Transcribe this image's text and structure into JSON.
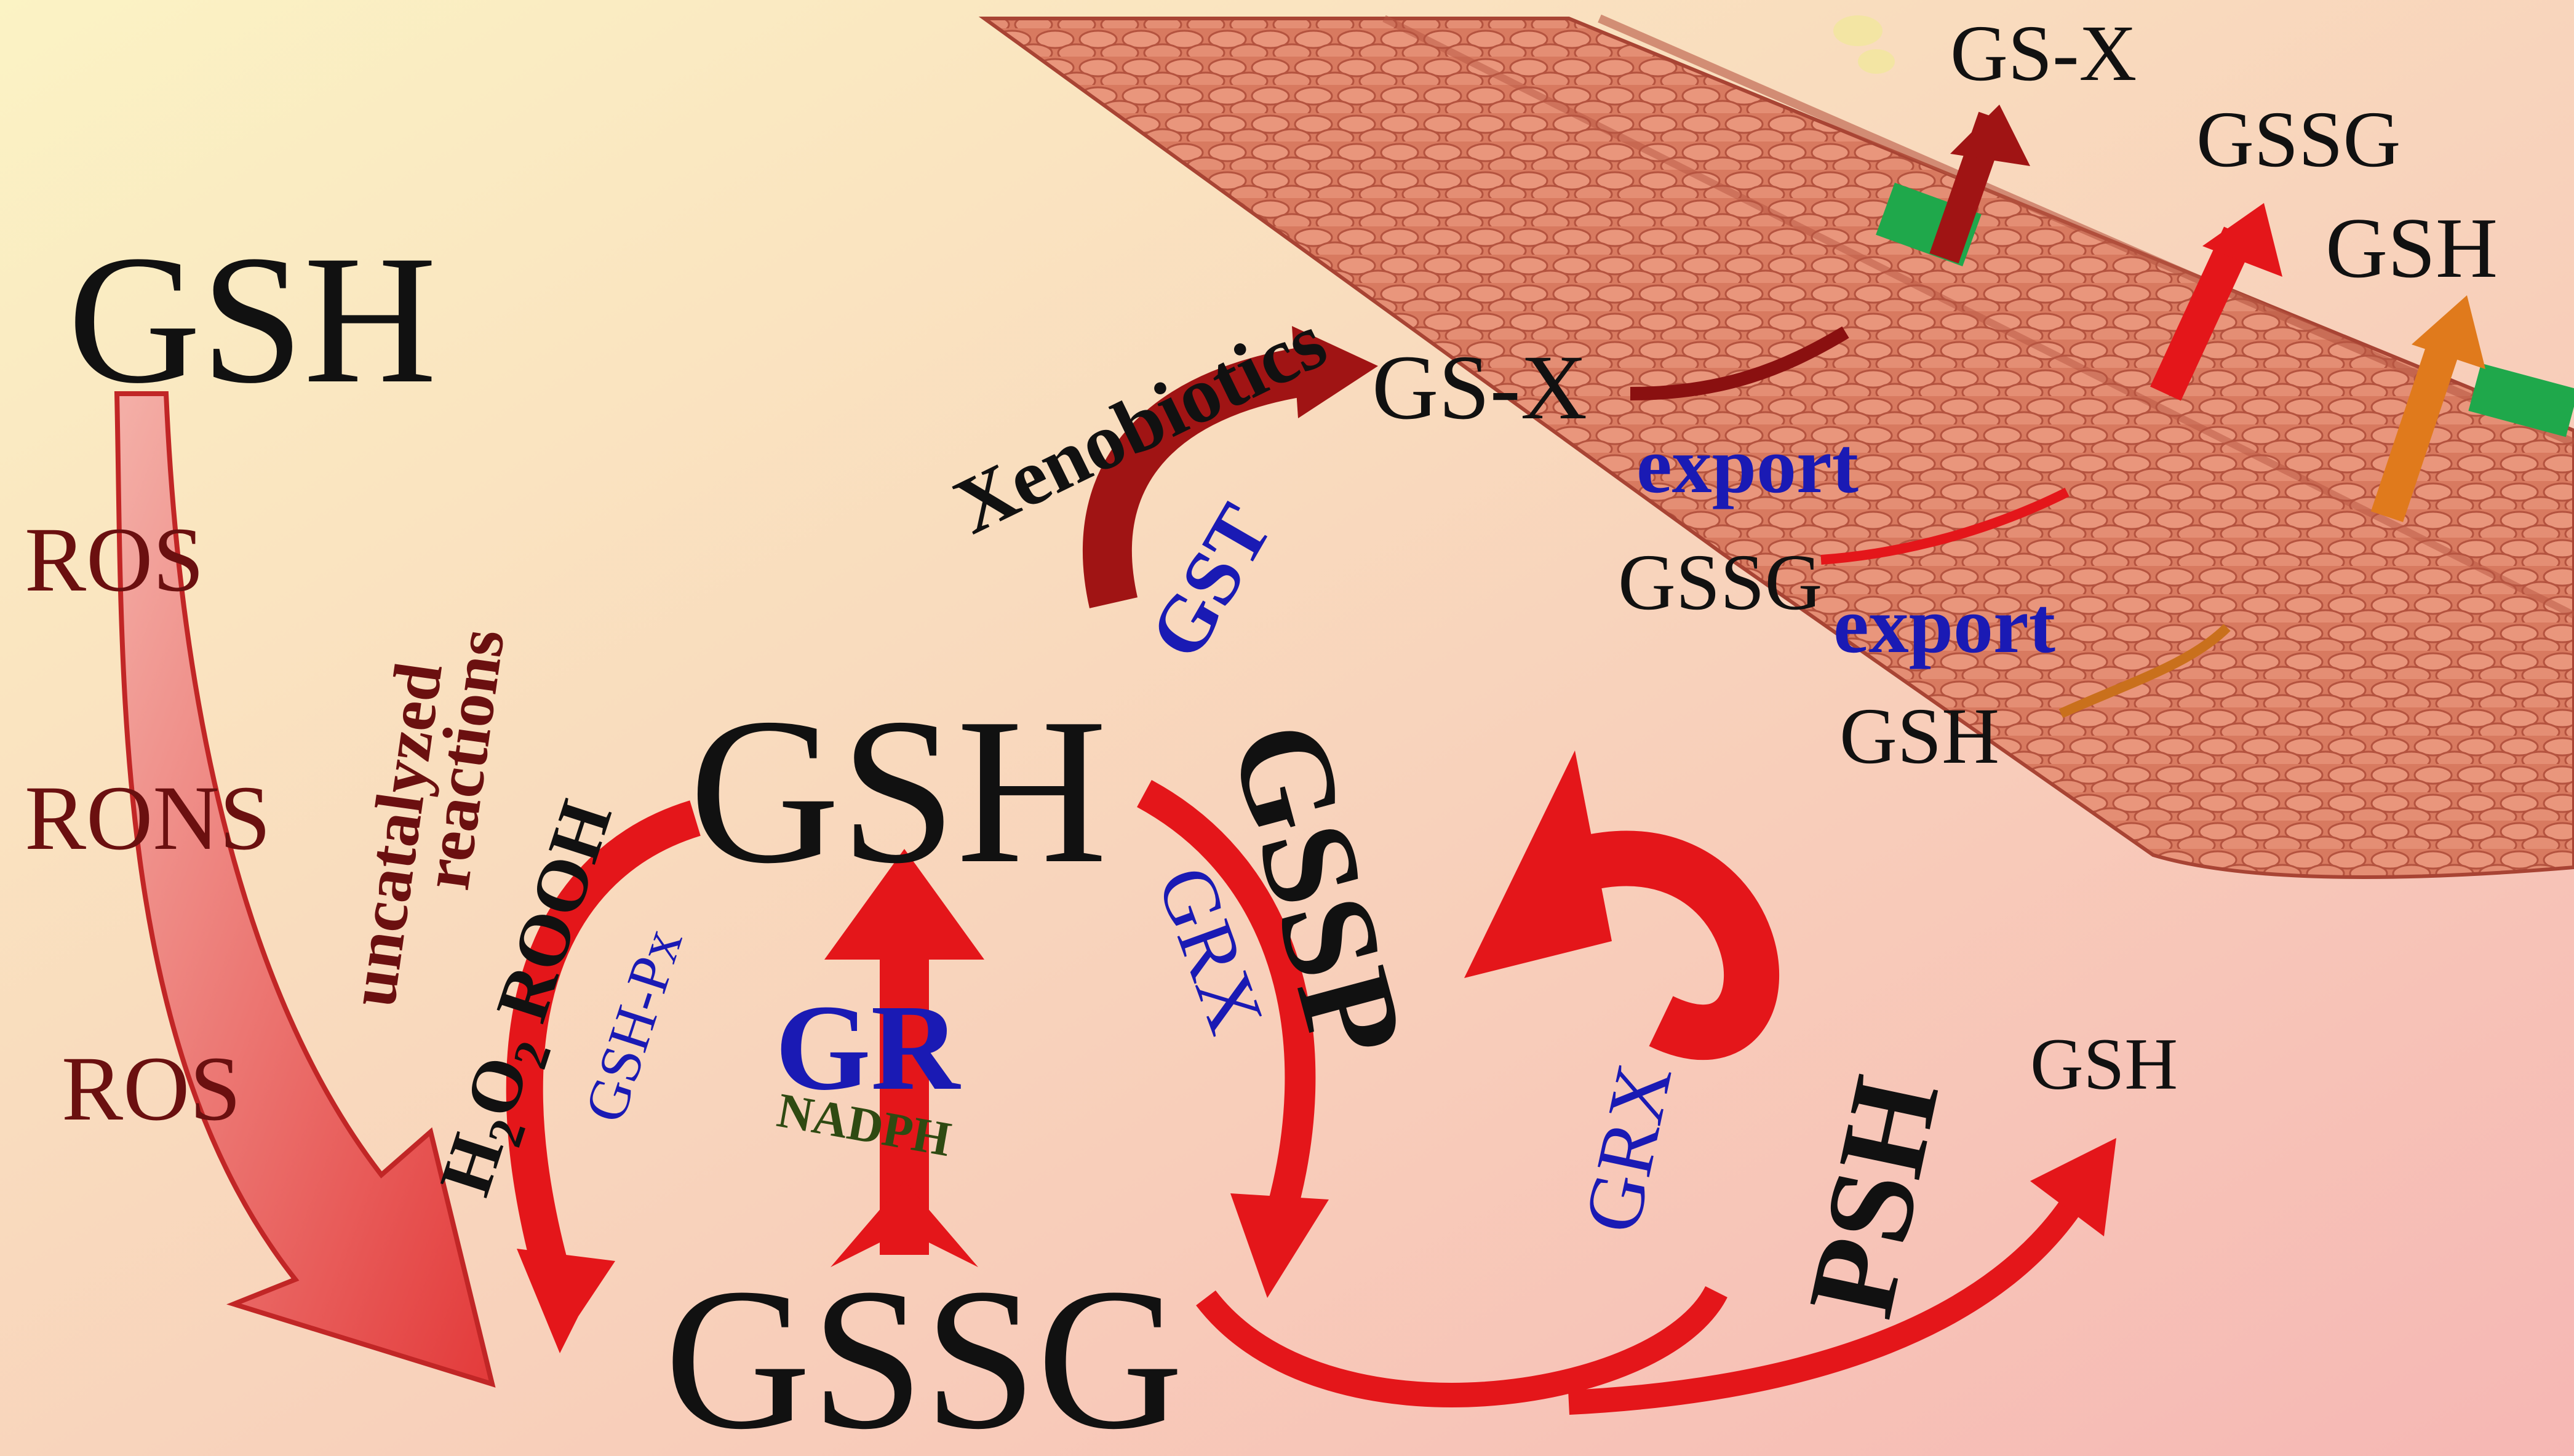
{
  "colors": {
    "bg_top_left": "#fbf3c4",
    "bg_bottom_right": "#f6b7b4",
    "arrow_red": "#e4161a",
    "arrow_dark_red": "#a01414",
    "arrow_orange": "#e07a1c",
    "membrane": "#d9725a",
    "membrane_dark": "#a84434",
    "protein_green": "#1fa84b",
    "text_black": "#111111",
    "text_darkred": "#6b1010",
    "text_blue": "#1a1ab4",
    "text_green": "#2f4a12"
  },
  "labels": {
    "gsh_left": "GSH",
    "ros_top": "ROS",
    "rons": "RONS",
    "ros_bottom": "ROS",
    "uncatalyzed_1": "uncatalyzed",
    "uncatalyzed_2": "reactions",
    "gsh_center": "GSH",
    "gssg_bottom": "GSSG",
    "h2o2_rooh_h": "H",
    "h2o2_rooh_2a": "2",
    "h2o2_rooh_o": "O",
    "h2o2_rooh_2b": "2",
    "h2o2_rooh_rest": " ROOH",
    "gsh_px": "GSH-Px",
    "gr": "GR",
    "nadph": "NADPH",
    "grx_center": "GRX",
    "gssp": "GSSP",
    "xenobiotics": "Xenobiotics",
    "gst": "GST",
    "gsx_mid": "GS-X",
    "export_1": "export",
    "gssg_export": "GSSG",
    "export_2": "export",
    "gsh_export": "GSH",
    "gsx_out": "GS-X",
    "gssg_out": "GSSG",
    "gsh_out": "GSH",
    "grx_right": "GRX",
    "psh": "PSH",
    "gsh_right": "GSH"
  }
}
